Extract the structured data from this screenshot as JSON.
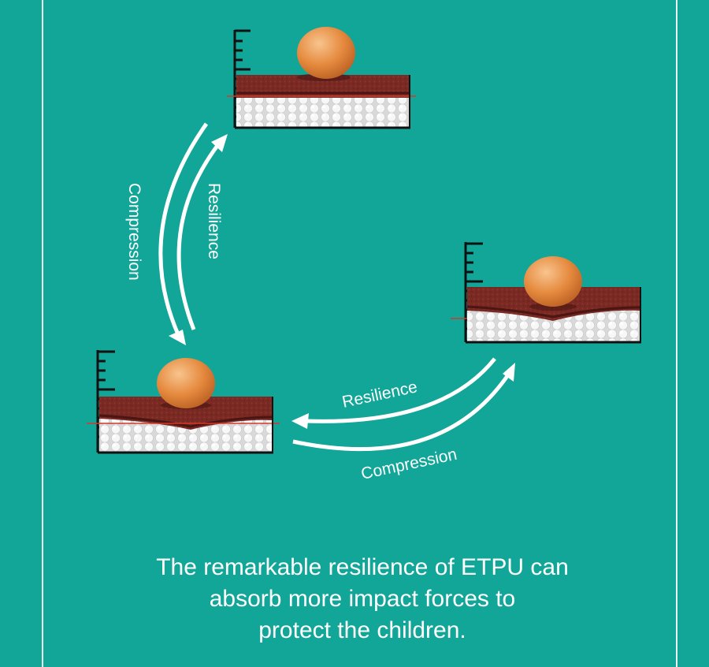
{
  "arrows": {
    "left_compression": "Compression",
    "left_resilience": "Resilience",
    "bottom_resilience": "Resilience",
    "bottom_compression": "Compression"
  },
  "caption": {
    "line1": "The remarkable resilience of ETPU can",
    "line2": "absorb more impact forces to",
    "line3": "protect the children."
  },
  "colors": {
    "background": "#12a699",
    "foam_top": "#7d2a24",
    "foam_beads": "#f2f2f2",
    "egg": "#e58a3e",
    "reference_line": "#d23a2a"
  },
  "illustrations": [
    {
      "state": "resting",
      "icon": "egg-on-foam-icon"
    },
    {
      "state": "compressed",
      "icon": "egg-on-foam-icon"
    },
    {
      "state": "compressed",
      "icon": "egg-on-foam-icon"
    }
  ]
}
